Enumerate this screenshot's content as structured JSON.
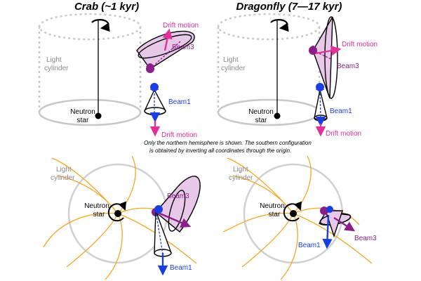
{
  "panels": {
    "crab": {
      "title": "Crab (~1 kyr)"
    },
    "dragonfly": {
      "title": "Dragonfly (7—17 kyr)"
    }
  },
  "labels": {
    "light_line1": "Light",
    "light_line2": "cylinder",
    "neutron": "Neutron",
    "star": "star",
    "beam1": "Beam1",
    "beam3": "Beam3",
    "drift": "Drift motion"
  },
  "note": {
    "line1": "Only the northern hemisphere is shown. The southern configuration",
    "line2": "is obtained by inverting all coordinates through the origin."
  },
  "colors": {
    "beam1": "#1a3fe0",
    "beam3": "#8a1f8a",
    "drift": "#e0309a",
    "field_lines": "#f5a623",
    "cylinder": "#c8c8c8"
  }
}
